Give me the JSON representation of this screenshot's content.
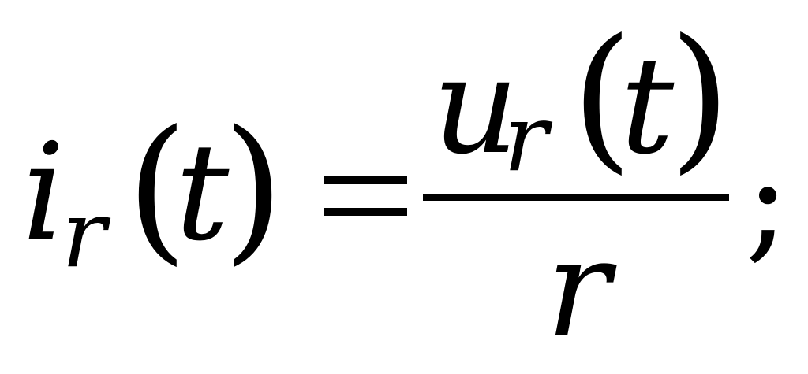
{
  "formula": {
    "lhs": {
      "func": "i",
      "subscript": "r",
      "open_paren": "(",
      "arg": "t",
      "close_paren": ")"
    },
    "equals": "=",
    "numerator": {
      "func": "u",
      "subscript": "r",
      "open_paren": "(",
      "arg": "t",
      "close_paren": ")"
    },
    "denominator": "r",
    "terminator": ";"
  }
}
